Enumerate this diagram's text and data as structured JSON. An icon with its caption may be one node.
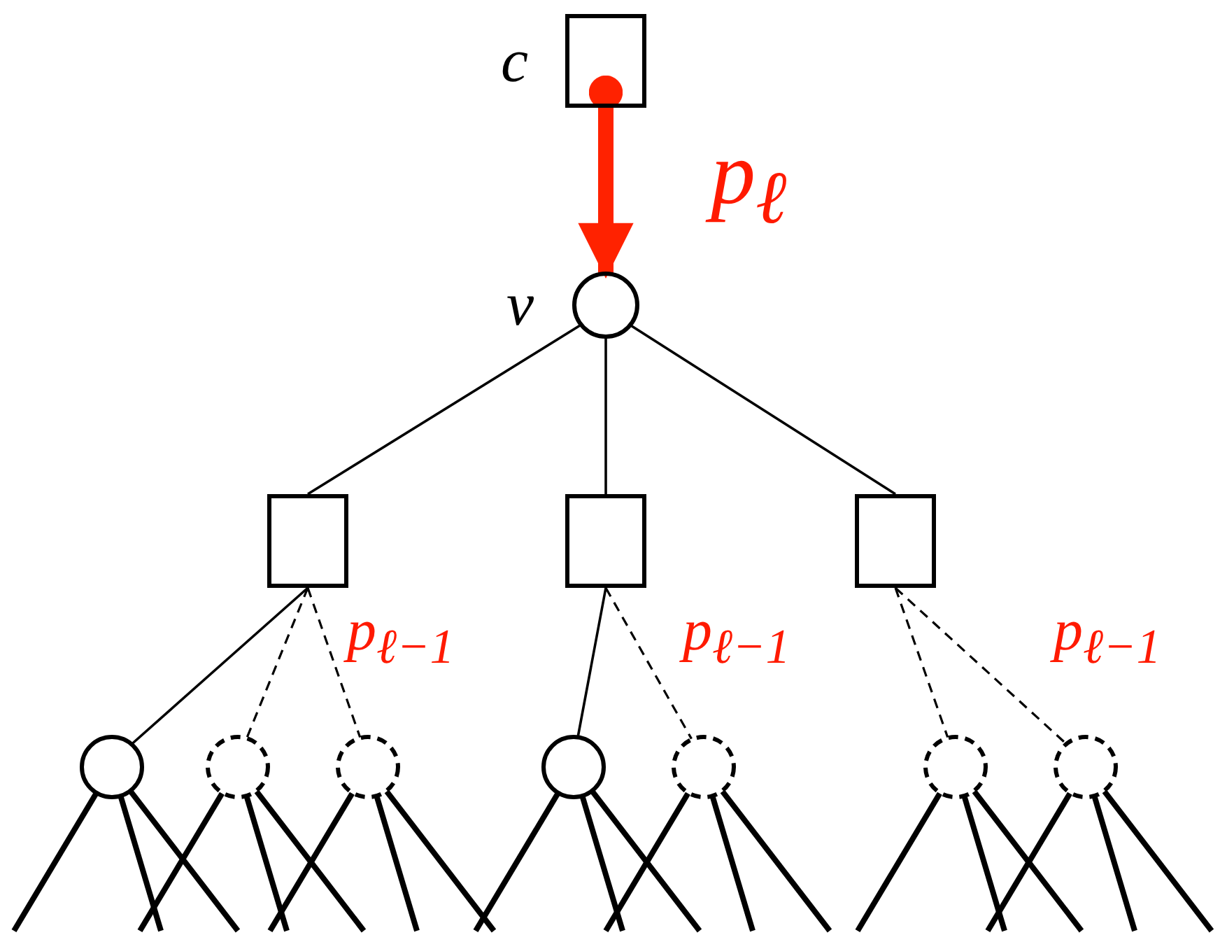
{
  "diagram": {
    "nodes": [
      {
        "text": [],
        "shape": "box",
        "beside": [
          "c"
        ]
      },
      {
        "text": [],
        "shape": "circle",
        "beside": [
          "v"
        ]
      },
      {
        "text": [],
        "shape": "box"
      },
      {
        "text": [],
        "shape": "box"
      },
      {
        "text": [],
        "shape": "box"
      },
      {
        "text": [],
        "shape": "circle"
      },
      {
        "text": [],
        "shape": "circle"
      },
      {
        "text": [],
        "shape": "circle"
      },
      {
        "text": [],
        "shape": "circle"
      },
      {
        "text": [],
        "shape": "circle"
      },
      {
        "text": [],
        "shape": "circle"
      },
      {
        "text": [],
        "shape": "circle"
      }
    ],
    "edges": [
      {
        "from": 0,
        "to": 1,
        "arrow": "to",
        "label": "p$_{ℓ}$",
        "style": "thick",
        "color": "#ff2200"
      },
      {
        "from": 1,
        "to": 2,
        "arrow": "none"
      },
      {
        "from": 1,
        "to": 3,
        "arrow": "none"
      },
      {
        "from": 1,
        "to": 4,
        "arrow": "none"
      },
      {
        "from": 2,
        "to": 5,
        "arrow": "none"
      },
      {
        "from": 2,
        "to": 6,
        "arrow": "none",
        "style": "dashed"
      },
      {
        "from": 2,
        "to": 7,
        "arrow": "none",
        "style": "dashed",
        "label": "p$_{ℓ−1}$"
      },
      {
        "from": 3,
        "to": 8,
        "arrow": "none"
      },
      {
        "from": 3,
        "to": 9,
        "arrow": "none",
        "style": "dashed",
        "label": "p$_{ℓ−1}$"
      },
      {
        "from": 4,
        "to": 10,
        "arrow": "none",
        "style": "dashed"
      },
      {
        "from": 4,
        "to": 11,
        "arrow": "none",
        "style": "dashed",
        "label": "p$_{ℓ−1}$"
      },
      {
        "from": 5,
        "to": null,
        "arrow": "none"
      },
      {
        "from": 5,
        "to": null,
        "arrow": "none"
      },
      {
        "from": 5,
        "to": null,
        "arrow": "none"
      },
      {
        "from": 6,
        "to": null,
        "arrow": "none"
      },
      {
        "from": 6,
        "to": null,
        "arrow": "none"
      },
      {
        "from": 6,
        "to": null,
        "arrow": "none"
      },
      {
        "from": 7,
        "to": null,
        "arrow": "none"
      },
      {
        "from": 7,
        "to": null,
        "arrow": "none"
      },
      {
        "from": 7,
        "to": null,
        "arrow": "none"
      },
      {
        "from": 8,
        "to": null,
        "arrow": "none"
      },
      {
        "from": 8,
        "to": null,
        "arrow": "none"
      },
      {
        "from": 8,
        "to": null,
        "arrow": "none"
      },
      {
        "from": 9,
        "to": null,
        "arrow": "none"
      },
      {
        "from": 9,
        "to": null,
        "arrow": "none"
      },
      {
        "from": 9,
        "to": null,
        "arrow": "none"
      },
      {
        "from": 10,
        "to": null,
        "arrow": "none"
      },
      {
        "from": 10,
        "to": null,
        "arrow": "none"
      },
      {
        "from": 10,
        "to": null,
        "arrow": "none"
      },
      {
        "from": 11,
        "to": null,
        "arrow": "none"
      },
      {
        "from": 11,
        "to": null,
        "arrow": "none"
      },
      {
        "from": 11,
        "to": null,
        "arrow": "none"
      }
    ]
  }
}
